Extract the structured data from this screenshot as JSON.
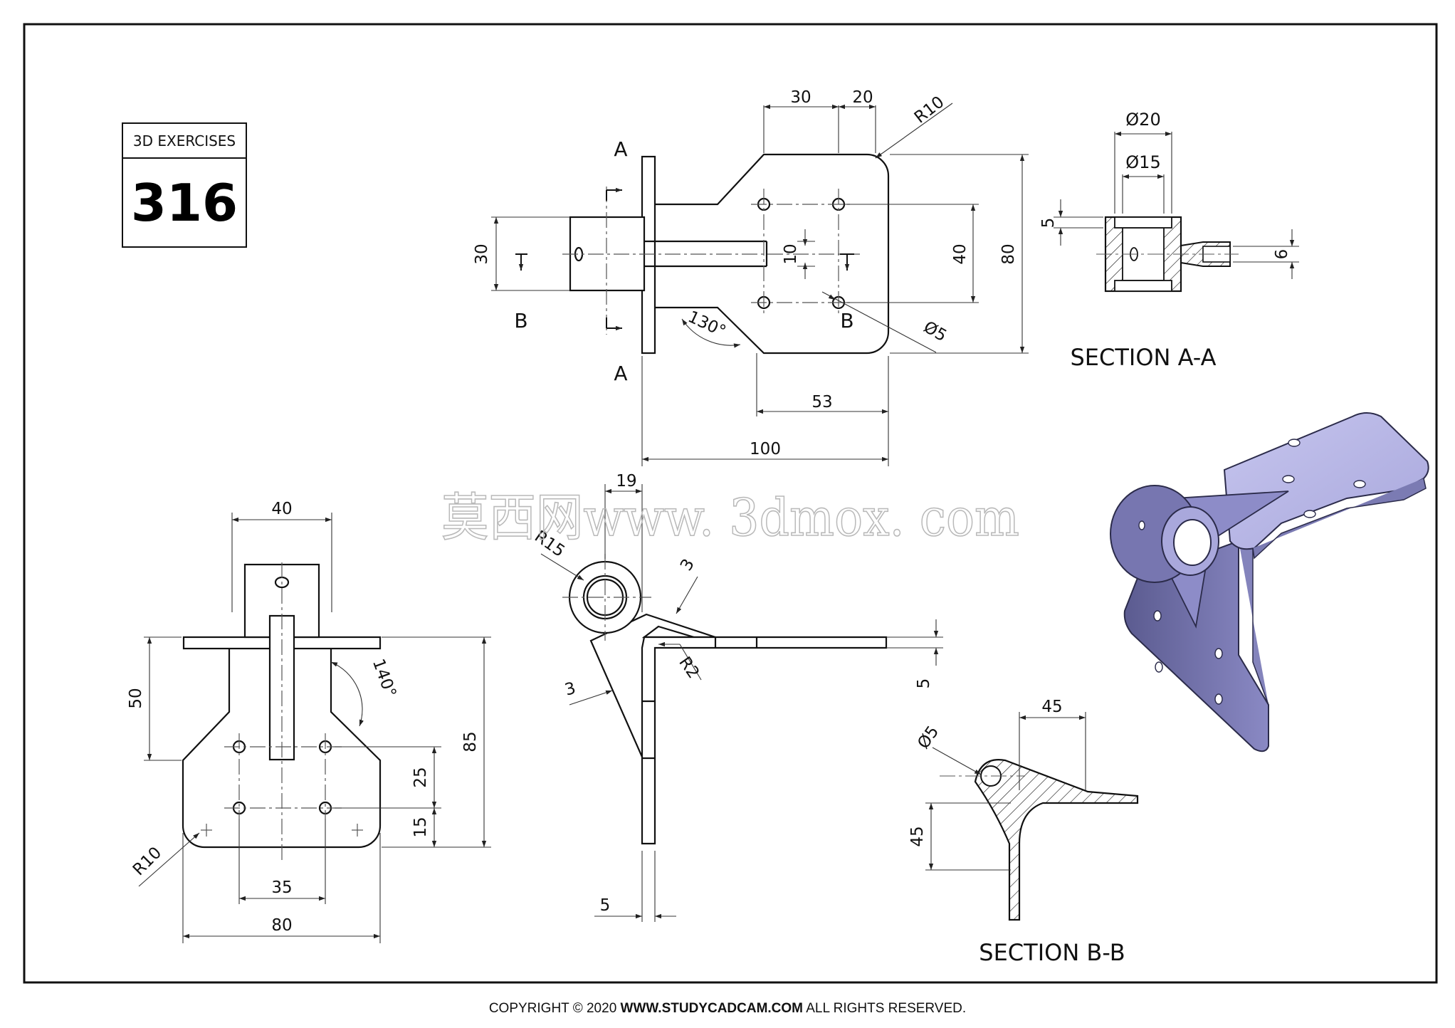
{
  "badge": {
    "caption": "3D EXERCISES",
    "number": "316"
  },
  "watermark": "莫西网www. 3dmox. com",
  "footer": {
    "prefix": "COPYRIGHT © 2020 ",
    "site": "WWW.STUDYCADCAM.COM",
    "suffix": " ALL RIGHTS RESERVED."
  },
  "top_view": {
    "dims": {
      "d30a": "30",
      "d20": "20",
      "r10": "R10",
      "d30b": "30",
      "d10": "10",
      "d40": "40",
      "d80": "80",
      "dia5": "Ø5",
      "d53": "53",
      "d100": "100",
      "ang130": "130°"
    },
    "cut_labels": {
      "a_top": "A",
      "a_bottom": "A",
      "b_left": "B",
      "b_right": "B"
    }
  },
  "section_aa": {
    "title": "SECTION A-A",
    "dims": {
      "dia20": "Ø20",
      "dia15": "Ø15",
      "d5": "5",
      "d6": "6"
    }
  },
  "front_view": {
    "dims": {
      "d40": "40",
      "d50": "50",
      "ang140": "140°",
      "d85": "85",
      "d25": "25",
      "d15": "15",
      "r10": "R10",
      "d35": "35",
      "d80": "80"
    }
  },
  "side_view": {
    "dims": {
      "d19": "19",
      "r15": "R15",
      "d3a": "3",
      "d3b": "3",
      "r2": "R2",
      "d5v": "5",
      "d5": "5"
    }
  },
  "section_bb": {
    "title": "SECTION B-B",
    "dims": {
      "d45h": "45",
      "dia5": "Ø5",
      "d45v": "45"
    }
  },
  "colors": {
    "line": "#111111",
    "dim": "#333333",
    "part_top": "#b9b8e6",
    "part_side": "#6f6fa6",
    "part_dark": "#4a4a7c"
  }
}
